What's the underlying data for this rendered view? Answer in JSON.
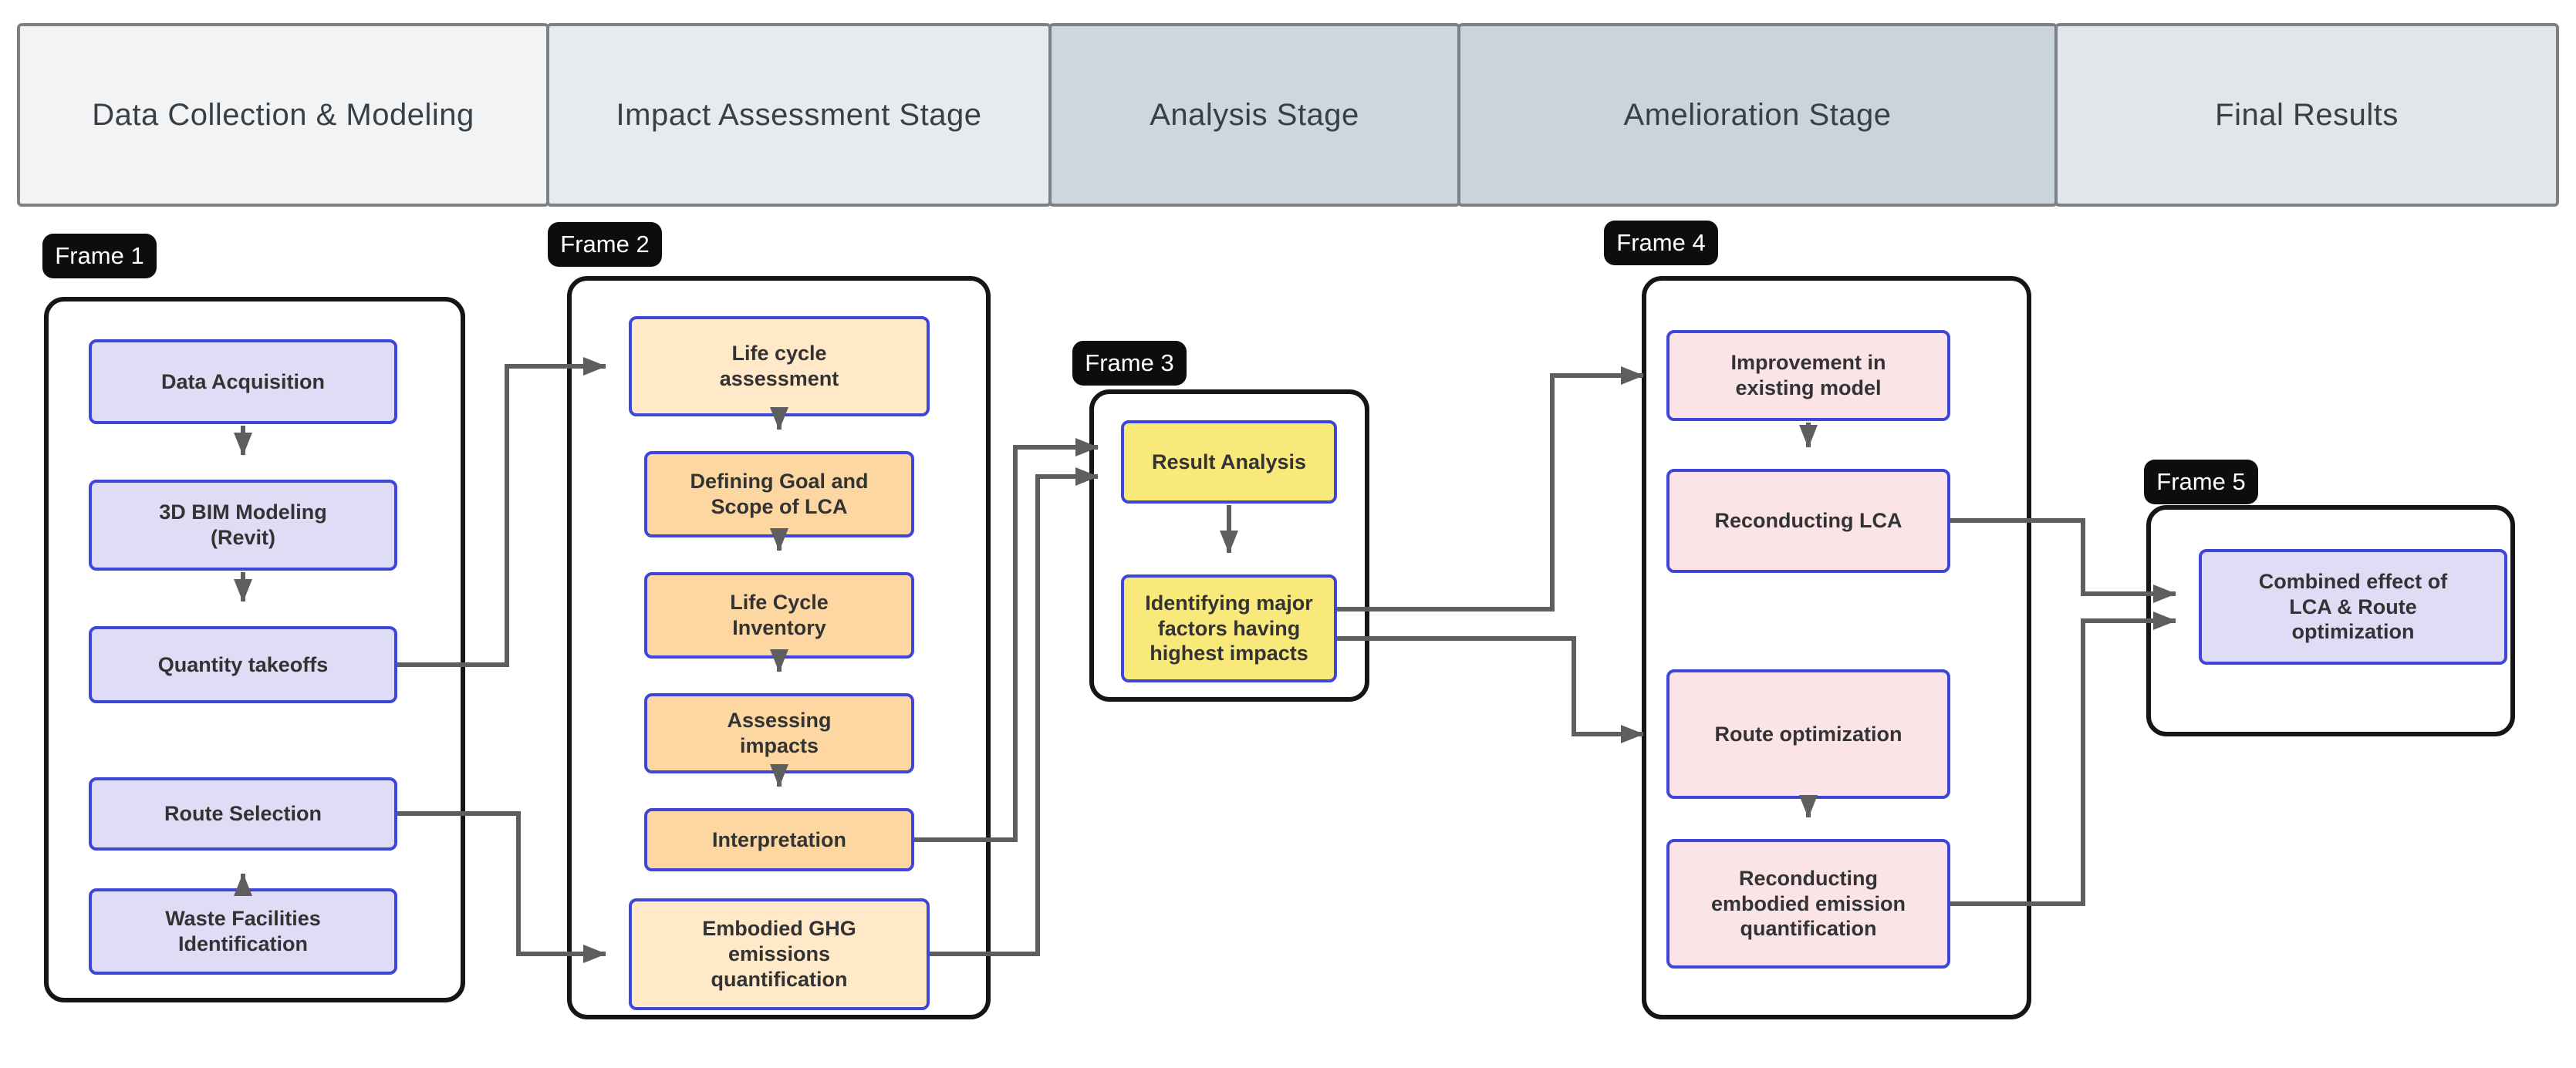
{
  "stages": [
    {
      "label": "Data Collection & Modeling"
    },
    {
      "label": "Impact Assessment Stage"
    },
    {
      "label": "Analysis Stage"
    },
    {
      "label": "Amelioration Stage"
    },
    {
      "label": "Final Results"
    }
  ],
  "frames": [
    {
      "label": "Frame 1",
      "boxes": [
        {
          "id": "data-acquisition",
          "text": "Data Acquisition"
        },
        {
          "id": "bim-modeling",
          "text": "3D BIM Modeling\n(Revit)"
        },
        {
          "id": "quantity-takeoffs",
          "text": "Quantity takeoffs"
        },
        {
          "id": "route-selection",
          "text": "Route Selection"
        },
        {
          "id": "waste-facilities",
          "text": "Waste Facilities\nIdentification"
        }
      ]
    },
    {
      "label": "Frame 2",
      "boxes": [
        {
          "id": "life-cycle-assessment",
          "text": "Life cycle\nassessment"
        },
        {
          "id": "defining-goal-scope",
          "text": "Defining Goal and\nScope of LCA"
        },
        {
          "id": "life-cycle-inventory",
          "text": "Life Cycle\nInventory"
        },
        {
          "id": "assessing-impacts",
          "text": "Assessing\nimpacts"
        },
        {
          "id": "interpretation",
          "text": "Interpretation"
        },
        {
          "id": "embodied-ghg",
          "text": "Embodied GHG\nemissions\nquantification"
        }
      ]
    },
    {
      "label": "Frame 3",
      "boxes": [
        {
          "id": "result-analysis",
          "text": "Result Analysis"
        },
        {
          "id": "identifying-major-factors",
          "text": "Identifying major\nfactors having\nhighest impacts"
        }
      ]
    },
    {
      "label": "Frame 4",
      "boxes": [
        {
          "id": "improvement-existing-model",
          "text": "Improvement in\nexisting model"
        },
        {
          "id": "reconducting-lca",
          "text": "Reconducting LCA"
        },
        {
          "id": "route-optimization",
          "text": "Route optimization"
        },
        {
          "id": "reconducting-embodied",
          "text": "Reconducting\nembodied emission\nquantification"
        }
      ]
    },
    {
      "label": "Frame 5",
      "boxes": [
        {
          "id": "combined-effect",
          "text": "Combined effect of\nLCA & Route\noptimization"
        }
      ]
    }
  ],
  "edges": [
    {
      "from": "data-acquisition",
      "to": "bim-modeling"
    },
    {
      "from": "bim-modeling",
      "to": "quantity-takeoffs"
    },
    {
      "from": "waste-facilities",
      "to": "route-selection"
    },
    {
      "from": "quantity-takeoffs",
      "to": "life-cycle-assessment"
    },
    {
      "from": "route-selection",
      "to": "embodied-ghg"
    },
    {
      "from": "life-cycle-assessment",
      "to": "defining-goal-scope"
    },
    {
      "from": "defining-goal-scope",
      "to": "life-cycle-inventory"
    },
    {
      "from": "life-cycle-inventory",
      "to": "assessing-impacts"
    },
    {
      "from": "assessing-impacts",
      "to": "interpretation"
    },
    {
      "from": "interpretation",
      "to": "result-analysis"
    },
    {
      "from": "embodied-ghg",
      "to": "result-analysis"
    },
    {
      "from": "result-analysis",
      "to": "identifying-major-factors"
    },
    {
      "from": "identifying-major-factors",
      "to": "improvement-existing-model"
    },
    {
      "from": "identifying-major-factors",
      "to": "route-optimization"
    },
    {
      "from": "improvement-existing-model",
      "to": "reconducting-lca"
    },
    {
      "from": "route-optimization",
      "to": "reconducting-embodied"
    },
    {
      "from": "reconducting-lca",
      "to": "combined-effect"
    },
    {
      "from": "reconducting-embodied",
      "to": "combined-effect"
    }
  ],
  "colors": {
    "stage_fills": [
      "#f2f3f4",
      "#e7ebee",
      "#cdd7df",
      "#c9d4dc",
      "#e1e6ea"
    ],
    "stage_border": "#7d8186",
    "frame_border": "#151515",
    "frame_label_bg": "#0d0d0d",
    "frame_label_text": "#ffffff",
    "node_border": "#3d46d9",
    "node_text": "#333333",
    "lavender_fill": "#dfddf6",
    "peach_fill": "#ffe9c8",
    "orange_fill": "#fdd7a2",
    "yellow_fill": "#f9e97a",
    "pink_fill": "#fbe4e7",
    "connector": "#5e5e5e"
  }
}
